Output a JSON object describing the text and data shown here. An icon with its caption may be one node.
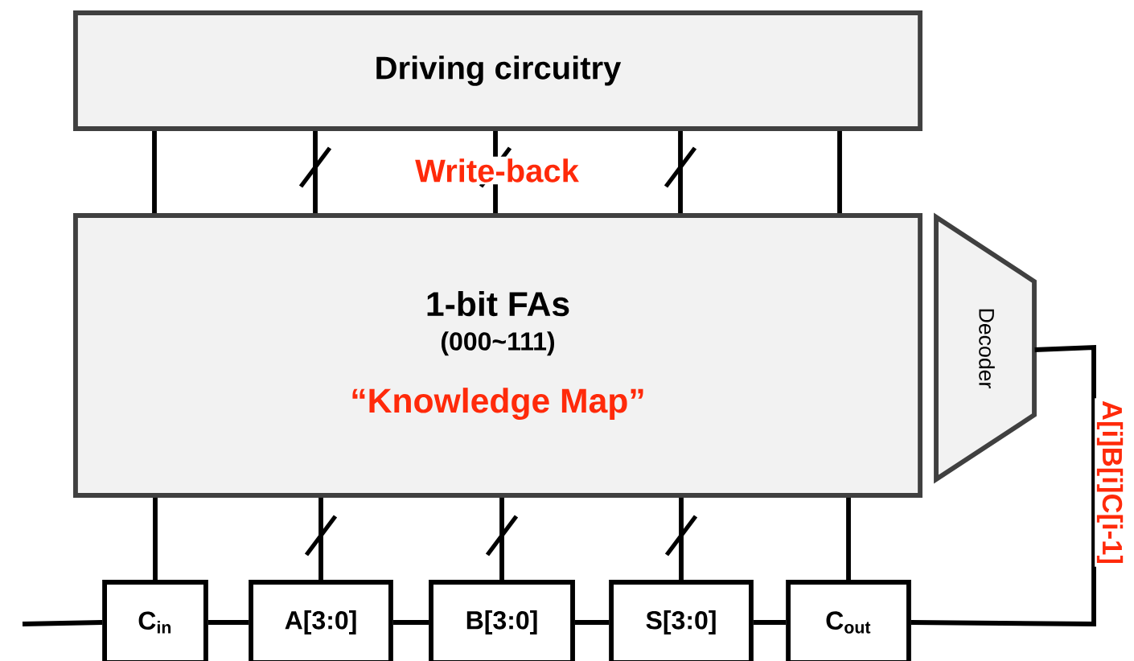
{
  "diagram": {
    "nodes": [
      {
        "text": [
          "Driving circuitry"
        ]
      },
      {
        "text": [
          "1-bit FAs",
          "(000~111)",
          "“Knowledge Map”"
        ]
      },
      {
        "text": [
          "Decoder"
        ]
      },
      {
        "text": [
          "C$_{in}$"
        ]
      },
      {
        "text": [
          "A[3:0]"
        ]
      },
      {
        "text": [
          "B[3:0]"
        ]
      },
      {
        "text": [
          "S[3:0]"
        ]
      },
      {
        "text": [
          "C$_{out}$"
        ]
      }
    ],
    "edges": [
      {
        "from": 0,
        "to": 1,
        "arrow": "none"
      },
      {
        "from": 0,
        "to": 1,
        "arrow": "none"
      },
      {
        "from": 0,
        "to": 1,
        "arrow": "none"
      },
      {
        "from": 0,
        "to": 1,
        "arrow": "none"
      },
      {
        "from": 0,
        "to": 1,
        "arrow": "none"
      },
      {
        "from": 1,
        "to": 3,
        "arrow": "none"
      },
      {
        "from": 1,
        "to": 4,
        "arrow": "none"
      },
      {
        "from": 1,
        "to": 5,
        "arrow": "none"
      },
      {
        "from": 1,
        "to": 6,
        "arrow": "none"
      },
      {
        "from": 1,
        "to": 7,
        "arrow": "none"
      },
      {
        "from": null,
        "to": 3,
        "arrow": "none"
      },
      {
        "from": 3,
        "to": 4,
        "arrow": "none"
      },
      {
        "from": 4,
        "to": 5,
        "arrow": "none"
      },
      {
        "from": 5,
        "to": 6,
        "arrow": "none"
      },
      {
        "from": 6,
        "to": 7,
        "arrow": "none"
      },
      {
        "from": 7,
        "to": 2,
        "arrow": "none",
        "label": "A[i]B[i]C[i-1]"
      }
    ],
    "labels": [
      "Write-back"
    ]
  }
}
